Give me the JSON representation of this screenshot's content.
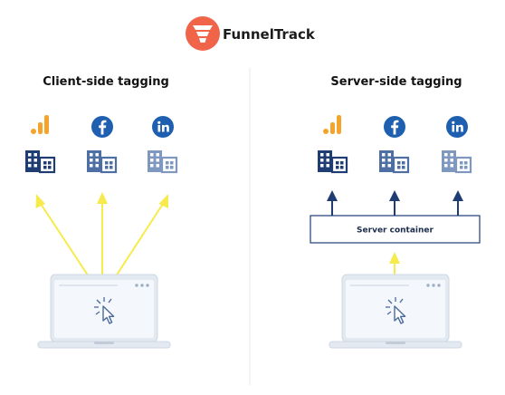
{
  "brand": {
    "name": "FunnelTrack",
    "accent": "#f06449",
    "accent_dark": "#e8463c"
  },
  "panels": {
    "client": {
      "title": "Client-side tagging",
      "services": [
        "analytics-icon",
        "facebook-icon",
        "linkedin-icon"
      ],
      "arrow_color": "#f7ea4c"
    },
    "server": {
      "title": "Server-side tagging",
      "services": [
        "analytics-icon",
        "facebook-icon",
        "linkedin-icon"
      ],
      "container_label": "Server container",
      "arrow_color": "#1f3d73",
      "input_arrow_color": "#f7ea4c"
    }
  },
  "colors": {
    "analytics_bar": "#f4a32b",
    "facebook": "#1f5fb0",
    "linkedin": "#1f5fb0",
    "building_dark": "#1f3d73",
    "building_mid": "#4e6fa3",
    "building_light": "#7f98c0",
    "laptop": "#dfe6ef",
    "divider": "#e2e6eb"
  }
}
